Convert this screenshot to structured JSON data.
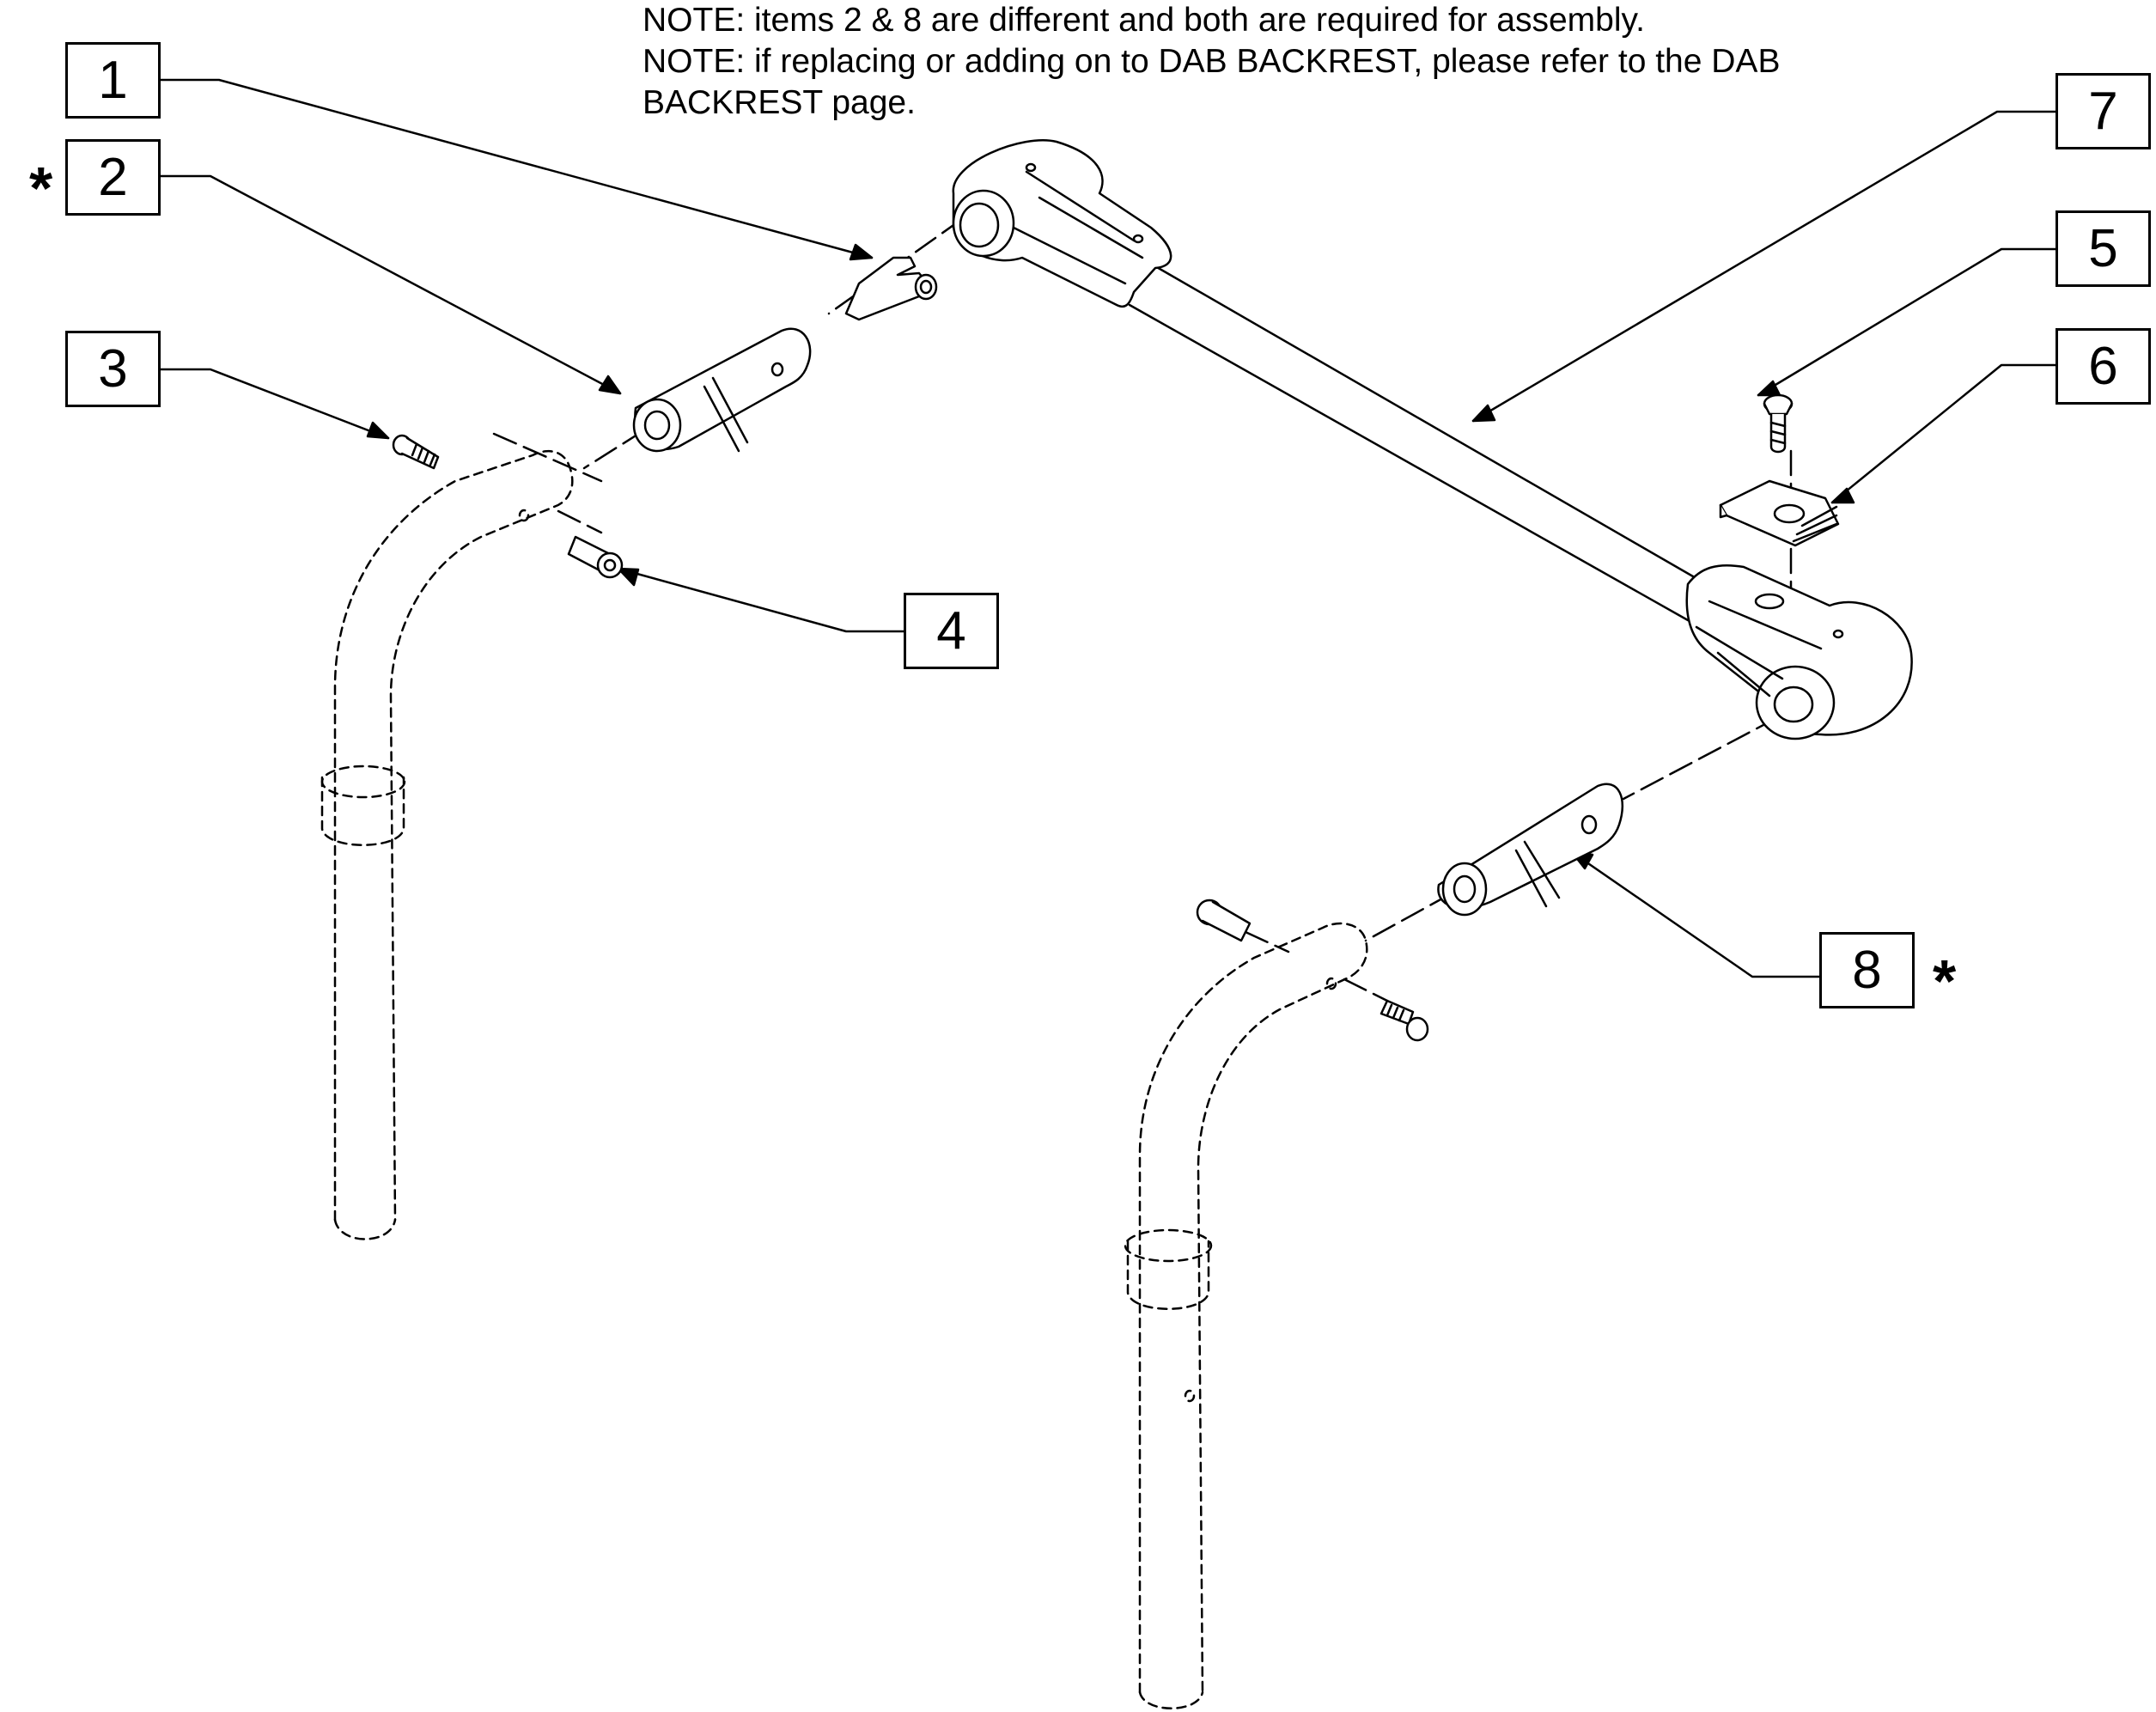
{
  "notes": [
    "NOTE: items 2 & 8 are different and both are required for assembly.",
    "NOTE: if replacing or adding on to DAB BACKREST, please refer to the DAB",
    "BACKREST page."
  ],
  "callouts": {
    "c1": "1",
    "c2": "2",
    "c3": "3",
    "c4": "4",
    "c5": "5",
    "c6": "6",
    "c7": "7",
    "c8": "8"
  },
  "asterisk": "*"
}
